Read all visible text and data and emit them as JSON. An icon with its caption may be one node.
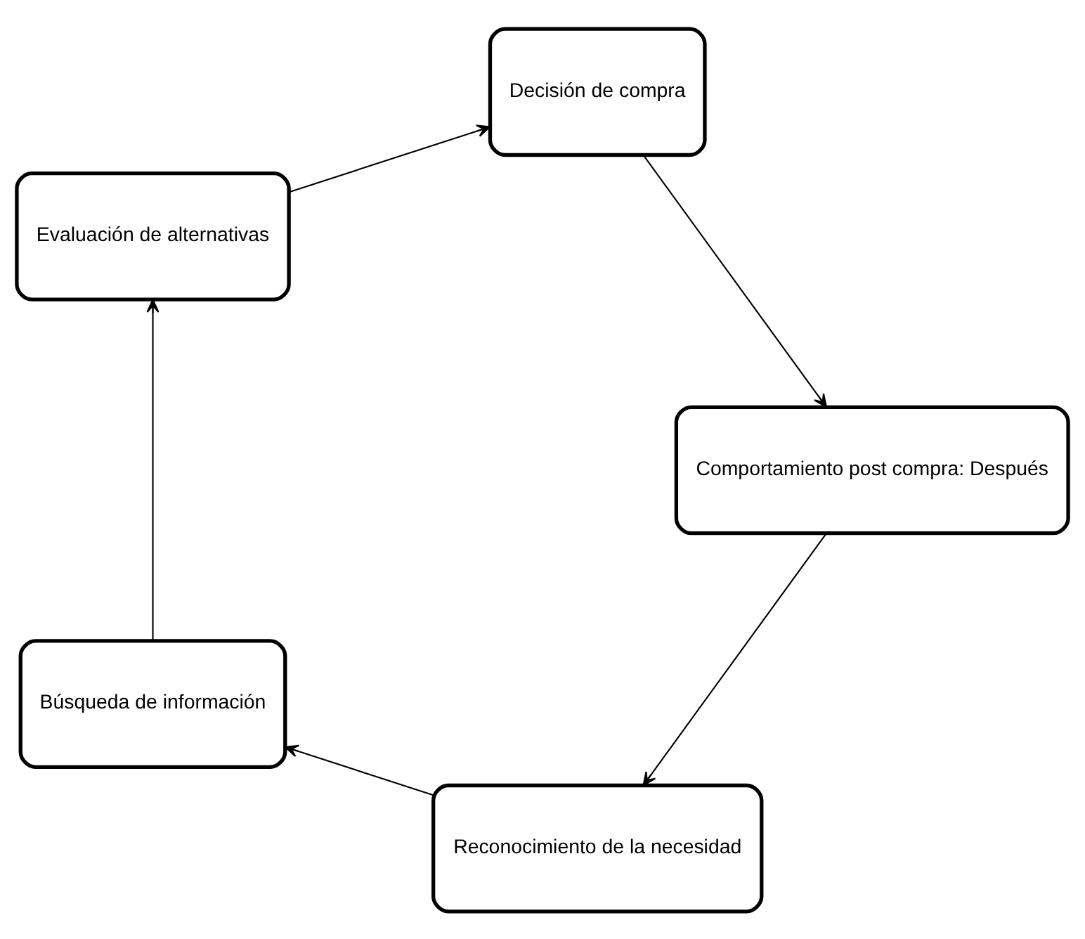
{
  "diagram": {
    "nodes": [
      {
        "text": [
          "Reconocimiento de la necesidad"
        ]
      },
      {
        "text": [
          "Búsqueda de información"
        ]
      },
      {
        "text": [
          "Evaluación de alternativas"
        ]
      },
      {
        "text": [
          "Decisión de compra"
        ]
      },
      {
        "text": [
          "Comportamiento post compra: Después"
        ]
      }
    ],
    "edges": [
      {
        "from": 0,
        "to": 1,
        "arrow": "to"
      },
      {
        "from": 1,
        "to": 2,
        "arrow": "to"
      },
      {
        "from": 2,
        "to": 3,
        "arrow": "to"
      },
      {
        "from": 3,
        "to": 4,
        "arrow": "to"
      },
      {
        "from": 4,
        "to": 0,
        "arrow": "to"
      }
    ]
  }
}
